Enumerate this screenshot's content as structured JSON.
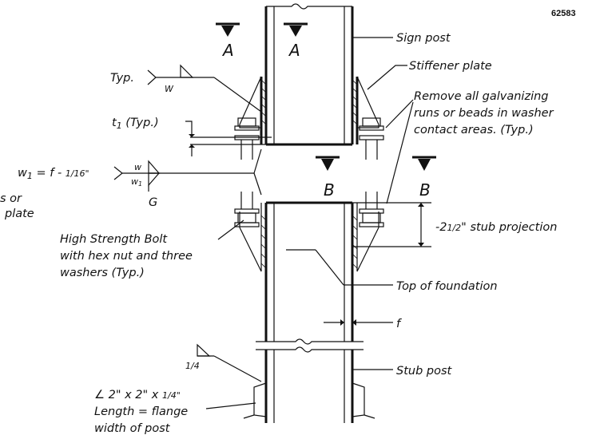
{
  "drawing_number": "62583",
  "section_markers": {
    "a_left": "A",
    "a_right": "A",
    "b_left": "B",
    "b_right": "B"
  },
  "labels": {
    "sign_post": "Sign post",
    "stiffener_plate": "Stiffener plate",
    "remove_galvanizing_1": "Remove all galvanizing",
    "remove_galvanizing_2": "runs or beads in washer",
    "remove_galvanizing_3": "contact areas.  (Typ.)",
    "typ": "Typ.",
    "weld_w": "W",
    "t1_typ": "t",
    "t1_typ_sub": "1",
    "t1_typ_rest": "  (Typ.)",
    "w1_formula": "w",
    "w1_formula_sub": "1",
    "w1_formula_rest": "  =  f  -  ",
    "w1_fraction": "1/16\"",
    "weld_w_top": "w",
    "weld_w1_bottom": "w",
    "weld_w1_sub": "1",
    "g": "G",
    "clip_left_1": "s or",
    "clip_left_2": "plate",
    "stub_projection": "-2",
    "stub_projection_frac": "1/2",
    "stub_projection_rest": "\" stub projection",
    "bolt_1": "High Strength Bolt",
    "bolt_2": "with hex nut and three",
    "bolt_3": "washers  (Typ.)",
    "top_of_foundation": "Top of foundation",
    "f": "f",
    "weld_quarter": "1/4",
    "stub_post": "Stub post",
    "angle_1": "∠ 2\"  x  2\"  x  ",
    "angle_1_frac": "1/4\"",
    "angle_2": "Length  =  flange",
    "angle_3": "width of post"
  }
}
